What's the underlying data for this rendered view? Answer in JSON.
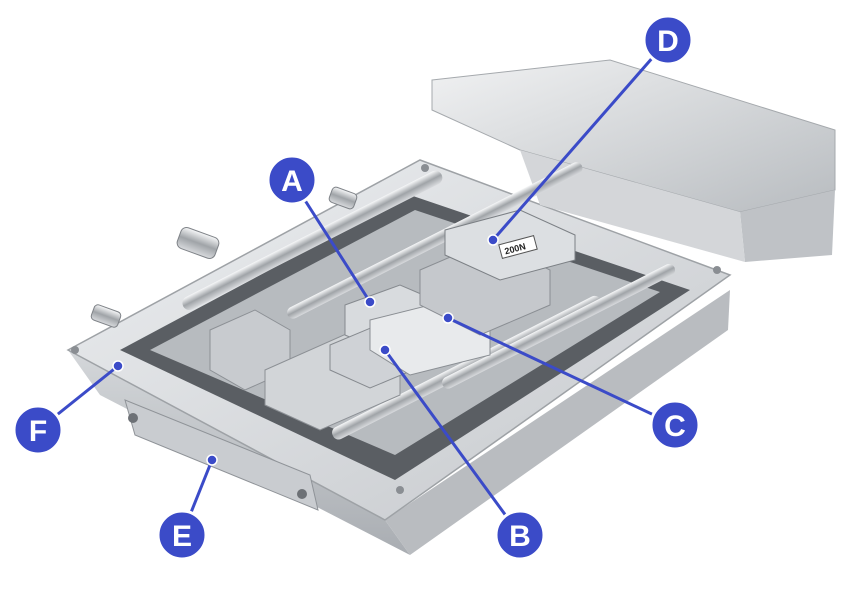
{
  "colors": {
    "callout_fill": "#3b4bc8",
    "callout_stroke": "#ffffff",
    "leader_line": "#3b4bc8",
    "metal_light": "#e4e6e8",
    "metal_mid": "#c9ccd0",
    "metal_dark": "#8d9196",
    "shadow": "#4a4d52"
  },
  "figure": {
    "description_label": "",
    "load_cell_label": "200N"
  },
  "callouts": [
    {
      "id": "A",
      "label": "A"
    },
    {
      "id": "B",
      "label": "B"
    },
    {
      "id": "C",
      "label": "C"
    },
    {
      "id": "D",
      "label": "D"
    },
    {
      "id": "E",
      "label": "E"
    },
    {
      "id": "F",
      "label": "F"
    }
  ]
}
